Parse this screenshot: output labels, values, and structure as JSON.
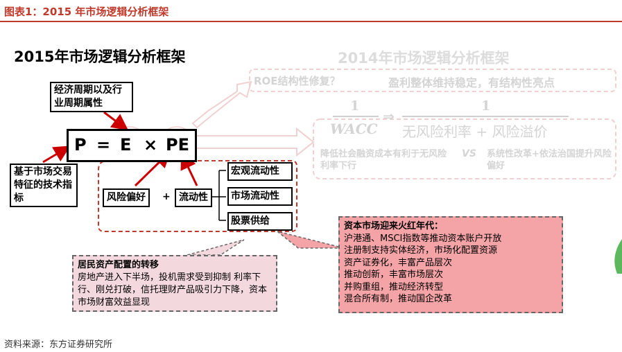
{
  "header": {
    "title": "图表1：2015 年市场逻辑分析框架"
  },
  "left": {
    "title": "2015年市场逻辑分析框架",
    "cycle_box": "经济周期以及行业周期属性",
    "market_box": "基于市场交易特征的技术指标",
    "formula": {
      "p": "P",
      "eq": "=",
      "e": "E",
      "times": "×",
      "pe": "PE"
    },
    "risk_box": "风险偏好",
    "plus": "+",
    "liquidity_box": "流动性",
    "liquidity_items": [
      "宏观流动性",
      "市场流动性",
      "股票供给"
    ]
  },
  "right_faded": {
    "title": "2014年市场逻辑分析框架",
    "roe": "ROE结构性修复？",
    "profit": "盈利整体维持稳定，有结构性亮点",
    "frac1_num": "1",
    "frac1_den": "WACC",
    "arrow": "⇒",
    "frac2_num": "1",
    "frac2_den": "无风险利率 + 风险溢价",
    "left_note": "降低社会融资成本有利于无风险利率下行",
    "vs": "VS",
    "right_note": "系统性改革+依法治国提升风险偏好"
  },
  "pink_box": {
    "title": "居民资产配置的转移",
    "body": "房地产进入下半场，投机需求受到抑制 利率下行、刚兑打破，信托理财产品吸引力下降，资本市场财富效益显现"
  },
  "red_box": {
    "title": "资本市场迎来火红年代：",
    "lines": [
      "沪港通、MSCI指数等推动资本账户开放",
      "注册制支持实体经济，市场化配置资源",
      "资产证券化，丰富产品层次",
      "推动创新，丰富市场层次",
      "并购重组，推动经济转型",
      "混合所有制，推动国企改革"
    ]
  },
  "source": "资料来源：东方证券研究所",
  "colors": {
    "accent_red": "#c0392b",
    "arrow_red": "#cc0000",
    "pink_fill": "#f3d9dd",
    "red_fill": "#f4a3a6"
  }
}
